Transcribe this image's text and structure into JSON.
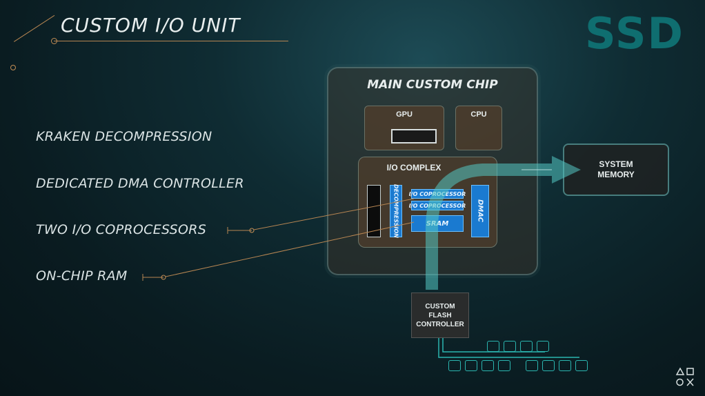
{
  "header": {
    "title": "CUSTOM I/O UNIT",
    "badge": "SSD"
  },
  "features": [
    "KRAKEN DECOMPRESSION",
    "DEDICATED DMA CONTROLLER",
    "TWO I/O COPROCESSORS",
    "ON-CHIP RAM"
  ],
  "diagram": {
    "main_chip": "MAIN CUSTOM CHIP",
    "gpu": "GPU",
    "cpu": "CPU",
    "io_complex": "I/O COMPLEX",
    "decompression": "DECOMPRESSION",
    "coprocessor_1": "I/O COPROCESSOR",
    "coprocessor_2": "I/O COPROCESSOR",
    "sram": "SRAM",
    "dmac": "DMAC",
    "system_memory": "SYSTEM MEMORY",
    "flash_controller": "CUSTOM FLASH CONTROLLER"
  },
  "colors": {
    "accent_orange": "#b88652",
    "badge_teal": "#0f6e70",
    "block_blue": "#1a7ad0",
    "flow_cyan": "#2bb6b0"
  }
}
